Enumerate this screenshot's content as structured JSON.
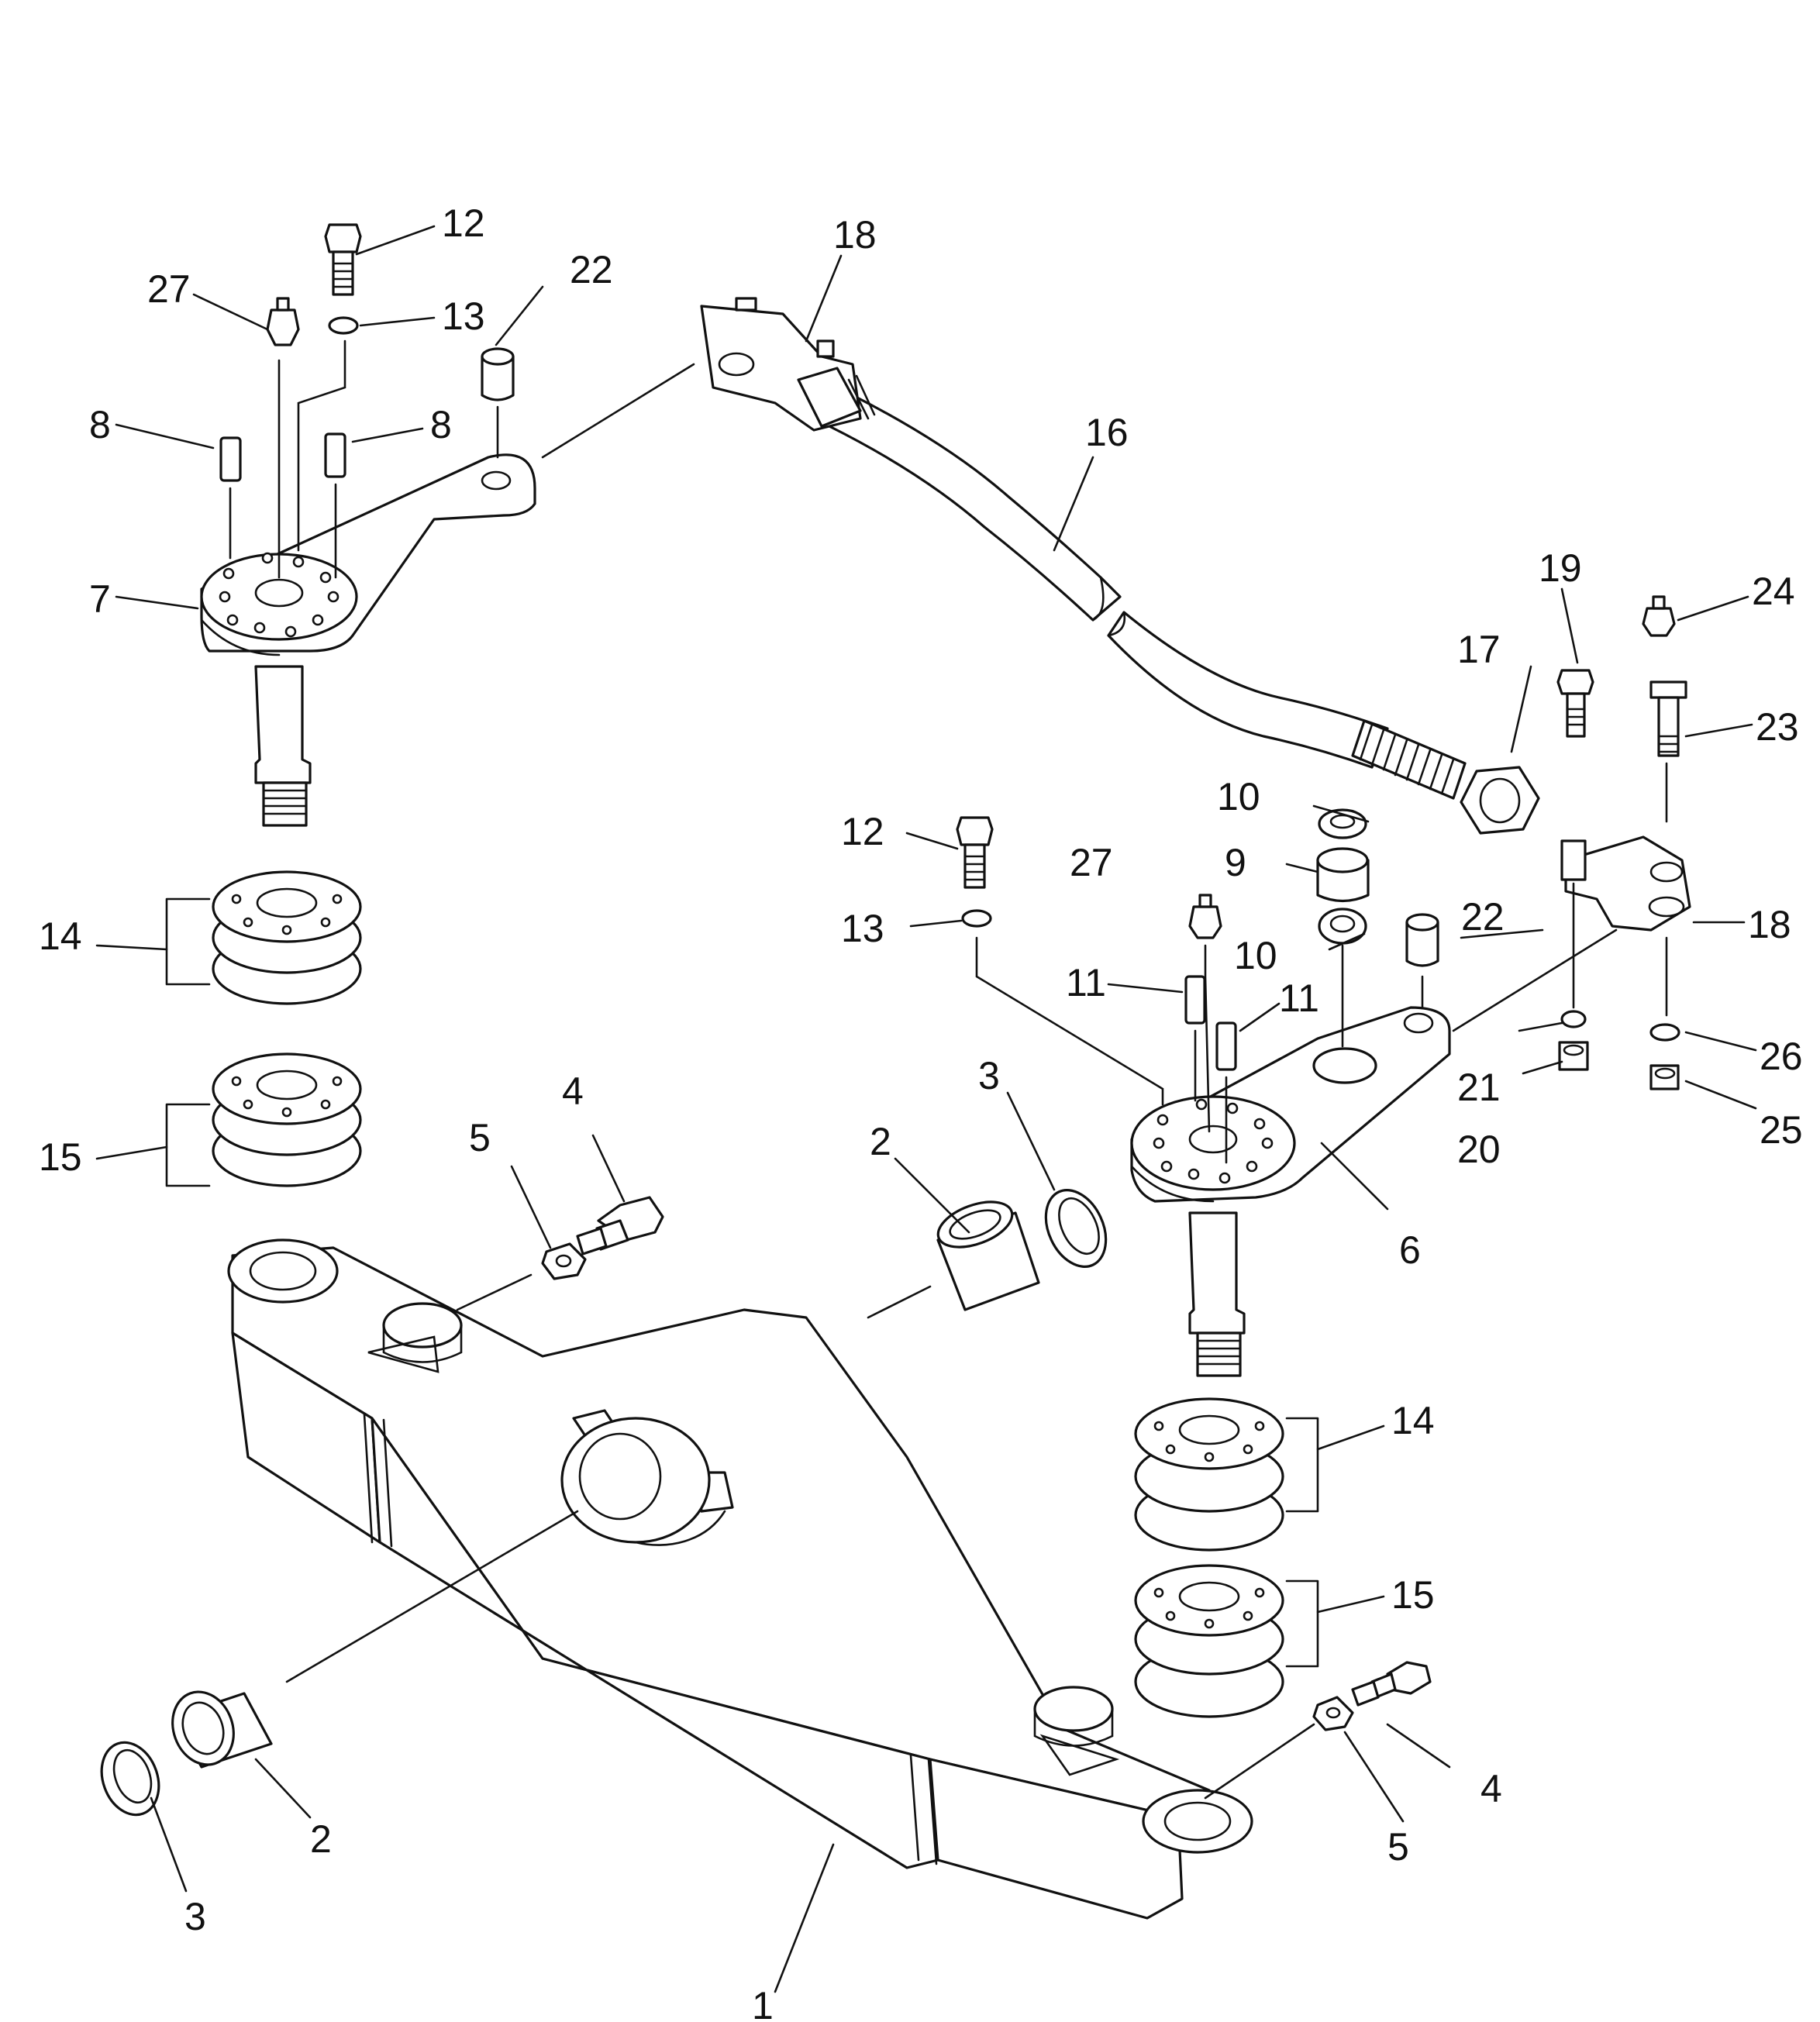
{
  "callouts": {
    "n1": "1",
    "n2": "2",
    "n3": "3",
    "n4": "4",
    "n5": "5",
    "n6": "6",
    "n7": "7",
    "n8": "8",
    "n9": "9",
    "n10": "10",
    "n11": "11",
    "n12": "12",
    "n13": "13",
    "n14": "14",
    "n15": "15",
    "n16": "16",
    "n17": "17",
    "n18": "18",
    "n19": "19",
    "n20": "20",
    "n21": "21",
    "n22": "22",
    "n23": "23",
    "n24": "24",
    "n25": "25",
    "n26": "26",
    "n27": "27"
  }
}
